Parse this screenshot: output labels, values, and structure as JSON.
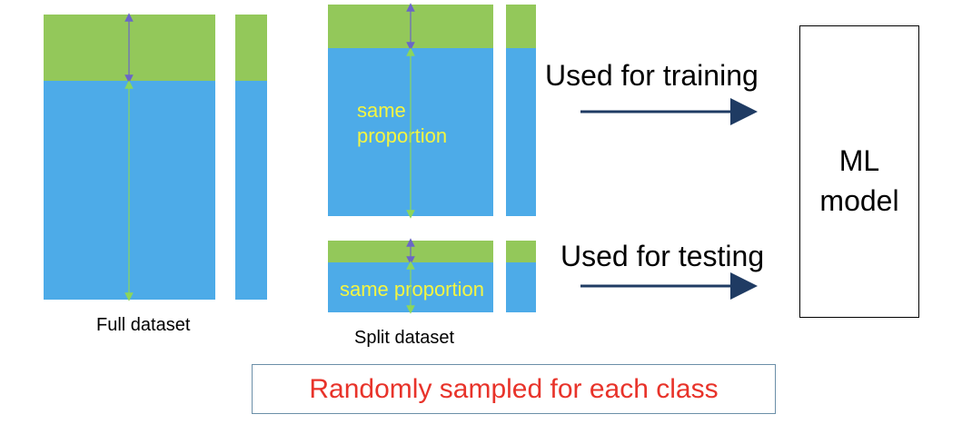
{
  "labels": {
    "full_dataset": "Full dataset",
    "split_dataset": "Split dataset",
    "same_proportion_train": "same\nproportion",
    "same_proportion_test": "same proportion",
    "used_for_training": "Used for training",
    "used_for_testing": "Used for testing",
    "ml_model": "ML\nmodel",
    "note": "Randomly sampled for each class"
  },
  "colors": {
    "green": "#93c85a",
    "blue": "#4dabe8",
    "arrow": "#1f3b63",
    "note_text": "#e8332a",
    "highlight_text": "#f5f541"
  }
}
